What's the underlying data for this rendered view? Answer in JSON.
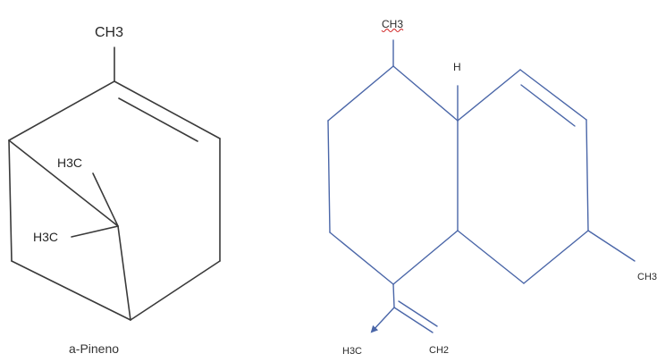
{
  "left_molecule": {
    "label_top": "CH3",
    "label_methyl_upper": "H3C",
    "label_methyl_lower": "H3C",
    "caption": "a-Pineno",
    "bond_color": "#3a3a3a"
  },
  "right_molecule": {
    "label_top": "CH3",
    "label_h": "H",
    "label_right": "CH3",
    "label_bottom_left": "H3C",
    "label_bottom_right": "CH2",
    "bond_color": "#4a66a8",
    "spellcheck_color": "#d02020"
  }
}
